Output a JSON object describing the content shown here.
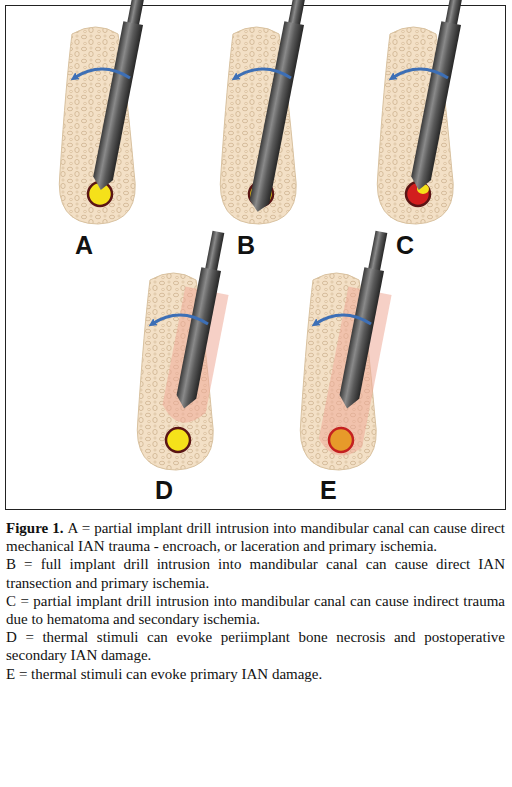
{
  "diagram": {
    "labels": [
      "A",
      "B",
      "C",
      "D",
      "E",
      "Figure 1.",
      "A = partial implant drill intrusion into mandibular canal can cause direct mechanical IAN trauma - encroach, or laceration and primary ischemia.",
      "B = full implant drill intrusion into mandibular canal can cause direct IAN transection and primary ischemia.",
      "C = partial implant drill intrusion into mandibular canal can cause indirect trauma due to hematoma and secondary ischemia.",
      "D = thermal stimuli can evoke periimplant bone necrosis and postoperative secondary IAN damage.",
      "E = thermal stimuli can evoke primary IAN damage."
    ]
  }
}
